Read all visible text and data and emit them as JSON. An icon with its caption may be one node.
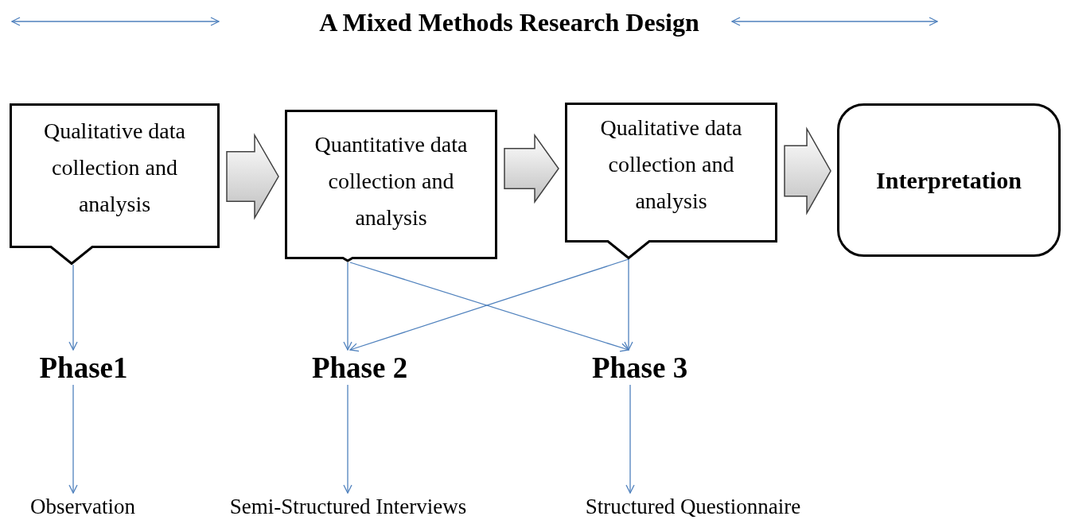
{
  "diagram": {
    "title": "A Mixed Methods Research Design",
    "nodes": [
      {
        "text": [
          "Qualitative data collection and analysis"
        ]
      },
      {
        "text": [
          "Quantitative data collection and analysis"
        ]
      },
      {
        "text": [
          "Qualitative data collection and analysis"
        ]
      },
      {
        "text": [
          "Interpretation"
        ]
      },
      {
        "text": [
          "Phase1"
        ]
      },
      {
        "text": [
          "Phase 2"
        ]
      },
      {
        "text": [
          "Phase 3"
        ]
      },
      {
        "text": [
          "Observation"
        ]
      },
      {
        "text": [
          "Semi-Structured Interviews"
        ]
      },
      {
        "text": [
          "Structured Questionnaire"
        ]
      }
    ],
    "edges": [
      {
        "from": 0,
        "to": 1,
        "arrow": "to",
        "style": "thick",
        "color": "#bfbfbf"
      },
      {
        "from": 1,
        "to": 2,
        "arrow": "to",
        "style": "thick",
        "color": "#bfbfbf"
      },
      {
        "from": 2,
        "to": 3,
        "arrow": "to",
        "style": "thick",
        "color": "#bfbfbf"
      },
      {
        "from": 0,
        "to": 4,
        "arrow": "to"
      },
      {
        "from": 1,
        "to": 5,
        "arrow": "to"
      },
      {
        "from": 1,
        "to": 6,
        "arrow": "to"
      },
      {
        "from": 2,
        "to": 5,
        "arrow": "to"
      },
      {
        "from": 2,
        "to": 6,
        "arrow": "to"
      },
      {
        "from": 4,
        "to": 7,
        "arrow": "to"
      },
      {
        "from": 5,
        "to": 8,
        "arrow": "to"
      },
      {
        "from": 6,
        "to": 9,
        "arrow": "to"
      }
    ]
  }
}
